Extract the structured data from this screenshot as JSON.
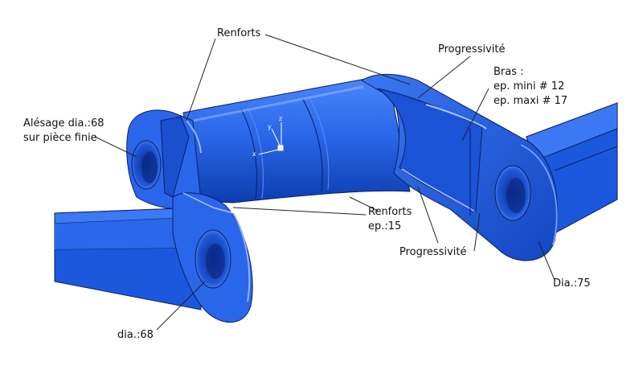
{
  "colors": {
    "part_main": "#1f5ee6",
    "part_light": "#3f7cf5",
    "part_dark": "#0d3aa8",
    "part_edge": "#0a1f66",
    "highlight": "#8fb4ff",
    "leader": "#222222"
  },
  "annotations": {
    "renforts_top": "Renforts",
    "progressivite_top": "Progressivité",
    "bras_title": "Bras :",
    "bras_min": "ep. mini # 12",
    "bras_max": "ep. maxi # 17",
    "alesage_line1": "Alésage dia.:68",
    "alesage_line2": "sur pièce finie",
    "renforts_mid_line1": "Renforts",
    "renforts_mid_line2": "ep.:15",
    "progressivite_bottom": "Progressivité",
    "dia_75": "Dia.:75",
    "dia_68": "dia.:68"
  },
  "axis_triad": {
    "x": "x",
    "y": "y",
    "z": "z"
  }
}
